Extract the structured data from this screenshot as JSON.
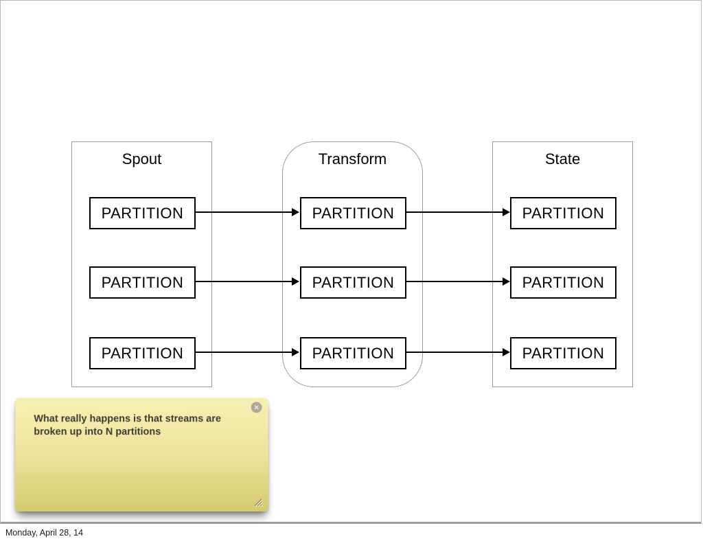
{
  "slide": {
    "diagram": {
      "columns": [
        {
          "title": "Spout",
          "shape": "rectangle",
          "partitions": [
            "PARTITION",
            "PARTITION",
            "PARTITION"
          ]
        },
        {
          "title": "Transform",
          "shape": "rounded",
          "partitions": [
            "PARTITION",
            "PARTITION",
            "PARTITION"
          ]
        },
        {
          "title": "State",
          "shape": "rectangle",
          "partitions": [
            "PARTITION",
            "PARTITION",
            "PARTITION"
          ]
        }
      ],
      "flow": [
        "Spout -> Transform",
        "Transform -> State"
      ]
    },
    "note": {
      "text": "What really happens is that streams are broken up into N partitions",
      "close_glyph": "×"
    },
    "footer_date": "Monday, April 28, 14"
  },
  "colors": {
    "note_top": "#f7f0b4",
    "note_bottom": "#d6ca6e",
    "note_text": "#3c3c34",
    "container_border": "#9a9a9a",
    "partition_border": "#000000",
    "slide_border": "#b9b9b9"
  }
}
